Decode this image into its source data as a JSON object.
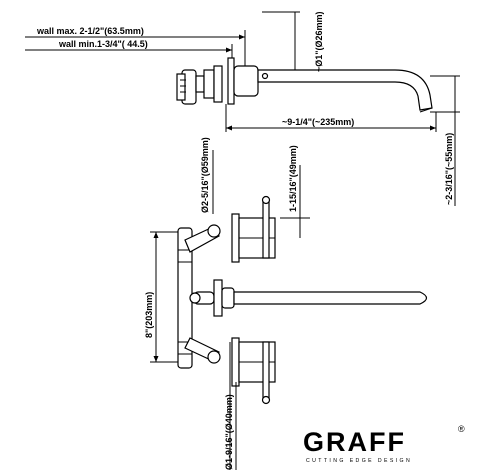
{
  "dimensions": {
    "wall_max": "wall max. 2-1/2\"(63.5mm)",
    "wall_min": "wall min.1-3/4\"( 44.5)",
    "pipe_diameter": "~Ø1\"(Ø26mm)",
    "spout_length": "~9-1/4\"(~235mm)",
    "spout_drop": "~2-3/16\"(~55mm)",
    "rosette_diameter": "Ø2-5/16\"(Ø59mm)",
    "handle_height": "1-15/16\"(49mm)",
    "valve_spacing": "8\"(203mm)",
    "handle_diameter": "Ø1-9/16\"(Ø40mm)"
  },
  "brand": {
    "logo": "GRAFF",
    "registered": "®",
    "tagline": "CUTTING EDGE DESIGN"
  }
}
